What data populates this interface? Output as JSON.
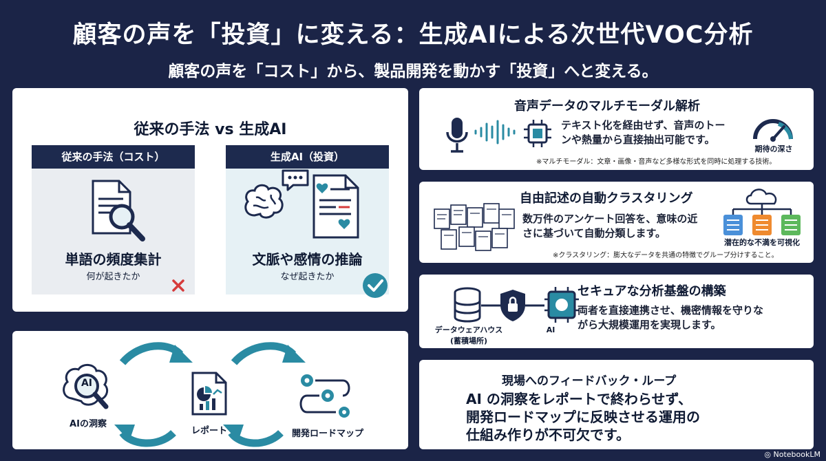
{
  "header": {
    "title": "顧客の声を「投資」に変える：生成AIによる次世代VOC分析",
    "subtitle": "顧客の声を「コスト」から、製品開発を動かす「投資」へと変える。"
  },
  "comparison": {
    "heading": "従来の手法 vs 生成AI",
    "traditional": {
      "header": "従来の手法（コスト）",
      "main": "単語の頻度集計",
      "sub": "何が起きたか"
    },
    "ai": {
      "header": "生成AI（投資）",
      "main": "文脈や感情の推論",
      "sub": "なぜ起きたか"
    }
  },
  "loop": {
    "insight_label": "AIの洞察",
    "report_label": "レポート",
    "roadmap_label": "開発ロードマップ",
    "ai_badge": "AI"
  },
  "multimodal": {
    "title": "音声データのマルチモーダル解析",
    "text_line1": "テキスト化を経由せず、音声のトー",
    "text_line2": "ンや熱量から直接抽出可能です。",
    "gauge_label": "期待の深さ",
    "note": "※マルチモーダル：文章・画像・音声など多様な形式を同時に処理する技術。"
  },
  "clustering": {
    "title": "自由記述の自動クラスタリング",
    "text_line1": "数万件のアンケート回答を、意味の近",
    "text_line2": "さに基づいて自動分類します。",
    "visual_label": "潜在的な不満を可視化",
    "note": "※クラスタリング：膨大なデータを共通の特徴でグループ分けすること。"
  },
  "secure": {
    "title": "セキュアな分析基盤の構築",
    "text_line1": "両者を直接連携させ、機密情報を守りな",
    "text_line2": "がら大規模運用を実現します。",
    "dw_label_line1": "データウェアハウス",
    "dw_label_line2": "(蓄積場所)",
    "ai_label": "AI"
  },
  "feedback": {
    "title": "現場へのフィードバック・ループ",
    "line1": "AI の洞察をレポートで終わらせず、",
    "line2": "開発ロードマップに反映させる運用の",
    "line3": "仕組み作りが不可欠です。"
  },
  "footer": {
    "brand": "NotebookLM"
  },
  "colors": {
    "navy": "#1b2447",
    "teal": "#2a8ba3",
    "red": "#d63b3b",
    "ai_bg": "#e6f1f5",
    "old_bg": "#eaedf1"
  }
}
